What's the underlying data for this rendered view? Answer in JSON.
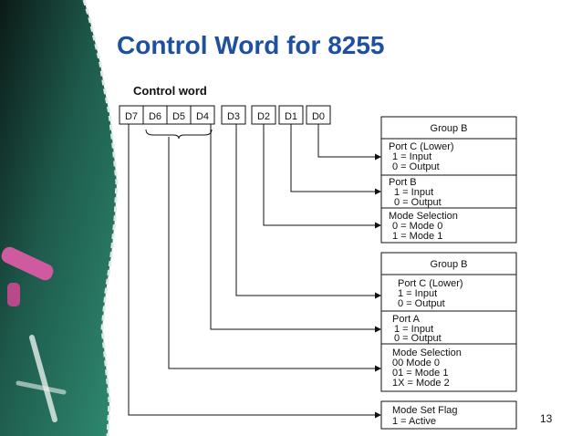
{
  "slide": {
    "title": "Control Word for 8255",
    "control_word_label": "Control word",
    "page_number": "13"
  },
  "bits": [
    "D7",
    "D6",
    "D5",
    "D4",
    "D3",
    "D2",
    "D1",
    "D0"
  ],
  "group_b_upper": {
    "header": "Group B",
    "port_c_lower": [
      "Port C (Lower)",
      "1 = Input",
      "0 = Output"
    ],
    "port_b": [
      "Port B",
      "1 = Input",
      "0 = Output"
    ],
    "mode_selection": [
      "Mode Selection",
      "0 = Mode 0",
      "1 = Mode 1"
    ]
  },
  "group_b_lower": {
    "header": "Group B",
    "port_c_lower": [
      "Port C (Lower)",
      "1 = Input",
      "0 = Output"
    ],
    "port_a": [
      "Port A",
      "1 = Input",
      "0 = Output"
    ],
    "mode_selection": [
      "Mode Selection",
      "00 Mode 0",
      "01 = Mode 1",
      "1X = Mode 2"
    ]
  },
  "mode_set_flag": [
    "Mode Set Flag",
    "1 = Active"
  ],
  "colors": {
    "title": "#1f4fa0",
    "line": "#111111",
    "board": "#1e5b4c"
  }
}
